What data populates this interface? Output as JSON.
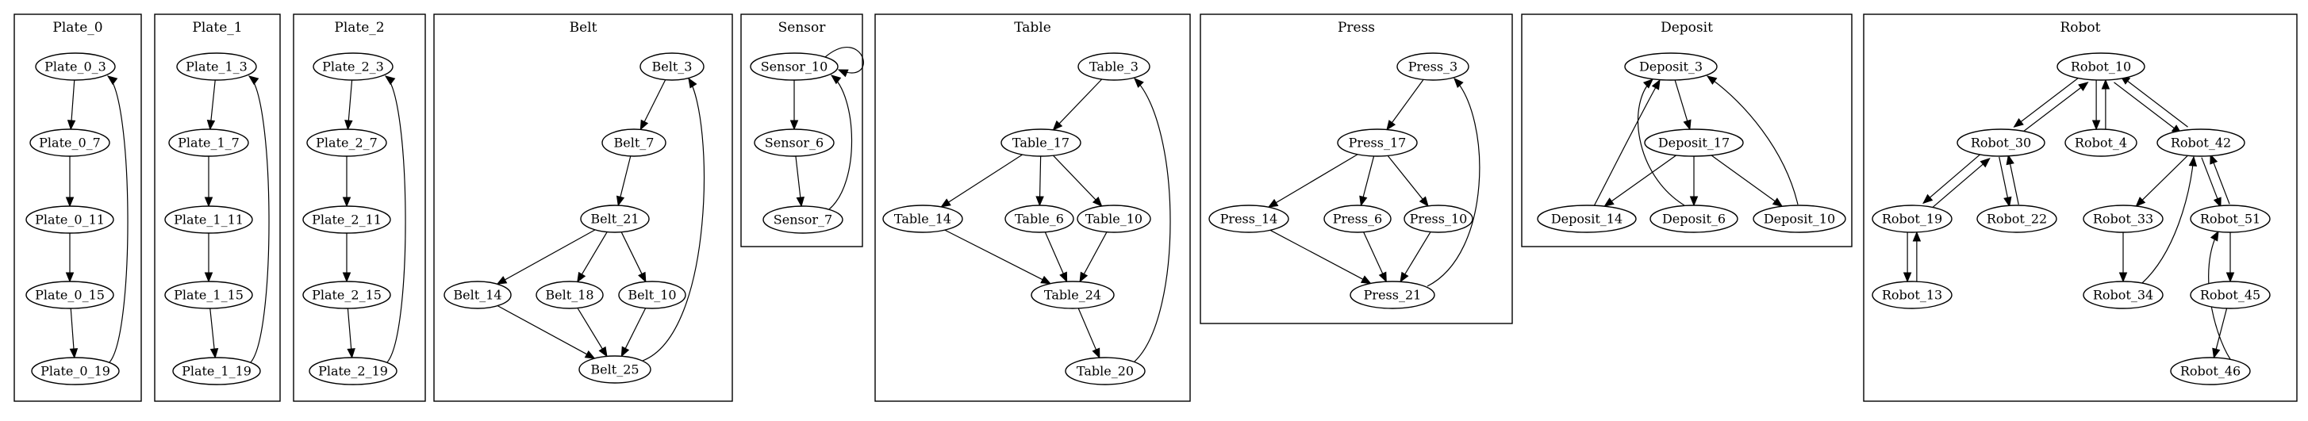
{
  "clusters": [
    {
      "title": "Plate_0",
      "nodes": [
        "Plate_0_3",
        "Plate_0_7",
        "Plate_0_11",
        "Plate_0_15",
        "Plate_0_19"
      ],
      "edges": [
        [
          "Plate_0_3",
          "Plate_0_7"
        ],
        [
          "Plate_0_7",
          "Plate_0_11"
        ],
        [
          "Plate_0_11",
          "Plate_0_15"
        ],
        [
          "Plate_0_15",
          "Plate_0_19"
        ],
        [
          "Plate_0_19",
          "Plate_0_3"
        ]
      ]
    },
    {
      "title": "Plate_1",
      "nodes": [
        "Plate_1_3",
        "Plate_1_7",
        "Plate_1_11",
        "Plate_1_15",
        "Plate_1_19"
      ],
      "edges": [
        [
          "Plate_1_3",
          "Plate_1_7"
        ],
        [
          "Plate_1_7",
          "Plate_1_11"
        ],
        [
          "Plate_1_11",
          "Plate_1_15"
        ],
        [
          "Plate_1_15",
          "Plate_1_19"
        ],
        [
          "Plate_1_19",
          "Plate_1_3"
        ]
      ]
    },
    {
      "title": "Plate_2",
      "nodes": [
        "Plate_2_3",
        "Plate_2_7",
        "Plate_2_11",
        "Plate_2_15",
        "Plate_2_19"
      ],
      "edges": [
        [
          "Plate_2_3",
          "Plate_2_7"
        ],
        [
          "Plate_2_7",
          "Plate_2_11"
        ],
        [
          "Plate_2_11",
          "Plate_2_15"
        ],
        [
          "Plate_2_15",
          "Plate_2_19"
        ],
        [
          "Plate_2_19",
          "Plate_2_3"
        ]
      ]
    },
    {
      "title": "Belt",
      "nodes": [
        "Belt_3",
        "Belt_7",
        "Belt_21",
        "Belt_14",
        "Belt_18",
        "Belt_10",
        "Belt_25"
      ],
      "edges": [
        [
          "Belt_3",
          "Belt_7"
        ],
        [
          "Belt_7",
          "Belt_21"
        ],
        [
          "Belt_21",
          "Belt_14"
        ],
        [
          "Belt_21",
          "Belt_18"
        ],
        [
          "Belt_21",
          "Belt_10"
        ],
        [
          "Belt_14",
          "Belt_25"
        ],
        [
          "Belt_18",
          "Belt_25"
        ],
        [
          "Belt_10",
          "Belt_25"
        ],
        [
          "Belt_25",
          "Belt_3"
        ]
      ]
    },
    {
      "title": "Sensor",
      "nodes": [
        "Sensor_10",
        "Sensor_6",
        "Sensor_7"
      ],
      "edges": [
        [
          "Sensor_10",
          "Sensor_10"
        ],
        [
          "Sensor_10",
          "Sensor_6"
        ],
        [
          "Sensor_6",
          "Sensor_7"
        ],
        [
          "Sensor_7",
          "Sensor_10"
        ]
      ]
    },
    {
      "title": "Table",
      "nodes": [
        "Table_3",
        "Table_17",
        "Table_14",
        "Table_6",
        "Table_10",
        "Table_24",
        "Table_20"
      ],
      "edges": [
        [
          "Table_3",
          "Table_17"
        ],
        [
          "Table_17",
          "Table_14"
        ],
        [
          "Table_17",
          "Table_6"
        ],
        [
          "Table_17",
          "Table_10"
        ],
        [
          "Table_14",
          "Table_24"
        ],
        [
          "Table_6",
          "Table_24"
        ],
        [
          "Table_10",
          "Table_24"
        ],
        [
          "Table_24",
          "Table_20"
        ],
        [
          "Table_20",
          "Table_3"
        ]
      ]
    },
    {
      "title": "Press",
      "nodes": [
        "Press_3",
        "Press_17",
        "Press_14",
        "Press_6",
        "Press_10",
        "Press_21"
      ],
      "edges": [
        [
          "Press_3",
          "Press_17"
        ],
        [
          "Press_17",
          "Press_14"
        ],
        [
          "Press_17",
          "Press_6"
        ],
        [
          "Press_17",
          "Press_10"
        ],
        [
          "Press_14",
          "Press_21"
        ],
        [
          "Press_6",
          "Press_21"
        ],
        [
          "Press_10",
          "Press_21"
        ],
        [
          "Press_21",
          "Press_3"
        ]
      ]
    },
    {
      "title": "Deposit",
      "nodes": [
        "Deposit_3",
        "Deposit_17",
        "Deposit_14",
        "Deposit_6",
        "Deposit_10"
      ],
      "edges": [
        [
          "Deposit_3",
          "Deposit_17"
        ],
        [
          "Deposit_17",
          "Deposit_14"
        ],
        [
          "Deposit_17",
          "Deposit_6"
        ],
        [
          "Deposit_17",
          "Deposit_10"
        ],
        [
          "Deposit_14",
          "Deposit_3"
        ],
        [
          "Deposit_6",
          "Deposit_3"
        ],
        [
          "Deposit_10",
          "Deposit_3"
        ]
      ]
    },
    {
      "title": "Robot",
      "nodes": [
        "Robot_10",
        "Robot_30",
        "Robot_4",
        "Robot_42",
        "Robot_19",
        "Robot_22",
        "Robot_33",
        "Robot_51",
        "Robot_13",
        "Robot_34",
        "Robot_45",
        "Robot_46"
      ],
      "edges": [
        [
          "Robot_10",
          "Robot_30"
        ],
        [
          "Robot_30",
          "Robot_10"
        ],
        [
          "Robot_10",
          "Robot_4"
        ],
        [
          "Robot_4",
          "Robot_10"
        ],
        [
          "Robot_10",
          "Robot_42"
        ],
        [
          "Robot_42",
          "Robot_10"
        ],
        [
          "Robot_30",
          "Robot_19"
        ],
        [
          "Robot_19",
          "Robot_30"
        ],
        [
          "Robot_30",
          "Robot_22"
        ],
        [
          "Robot_22",
          "Robot_30"
        ],
        [
          "Robot_42",
          "Robot_33"
        ],
        [
          "Robot_42",
          "Robot_51"
        ],
        [
          "Robot_51",
          "Robot_42"
        ],
        [
          "Robot_19",
          "Robot_13"
        ],
        [
          "Robot_13",
          "Robot_19"
        ],
        [
          "Robot_33",
          "Robot_34"
        ],
        [
          "Robot_34",
          "Robot_42"
        ],
        [
          "Robot_51",
          "Robot_45"
        ],
        [
          "Robot_45",
          "Robot_46"
        ],
        [
          "Robot_46",
          "Robot_51"
        ]
      ]
    }
  ]
}
